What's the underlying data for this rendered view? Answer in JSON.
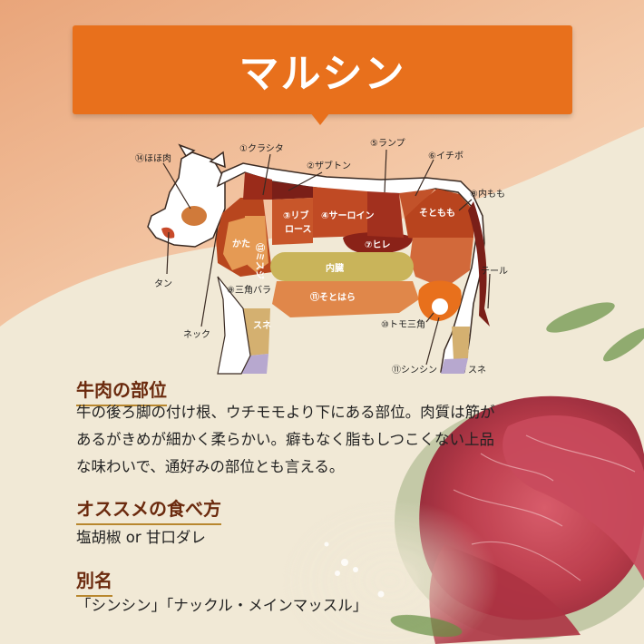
{
  "banner": {
    "title": "マルシン"
  },
  "cow": {
    "labels": {
      "hoho": "⑭ほほ肉",
      "kurashita": "①クラシタ",
      "zabuton": "②ザブトン",
      "ranpu": "⑤ランプ",
      "ichibo": "⑥イチボ",
      "uchimomo": "⑧内もも",
      "riblose1": "③リブ",
      "riblose2": "ロース",
      "sirloin": "④サーロイン",
      "sotomomo": "そともも",
      "hire": "⑦ヒレ",
      "kata": "かた",
      "misuji": "⑬ミスジ",
      "naizou": "内臓",
      "tail": "テール",
      "tan": "タン",
      "sankakubara": "⑨三角バラ",
      "sotobara": "⑪そとはら",
      "neck": "ネック",
      "sune1": "スネ",
      "tomosankaku": "⑩トモ三角",
      "shinshin": "⑪シンシン",
      "sune2": "スネ"
    }
  },
  "sections": [
    {
      "heading": "牛肉の部位",
      "lines": [
        "牛の後ろ脚の付け根、ウチモモより下にある部位。肉質は筋が",
        "あるがきめが細かく柔らかい。癖もなく脂もしつこくない上品",
        "な味わいで、通好みの部位とも言える。"
      ]
    },
    {
      "heading": "オススメの食べ方",
      "lines": [
        "塩胡椒 or 甘口ダレ"
      ]
    },
    {
      "heading": "別名",
      "lines": [
        "「シンシン」「ナックル・メインマッスル」"
      ]
    }
  ]
}
